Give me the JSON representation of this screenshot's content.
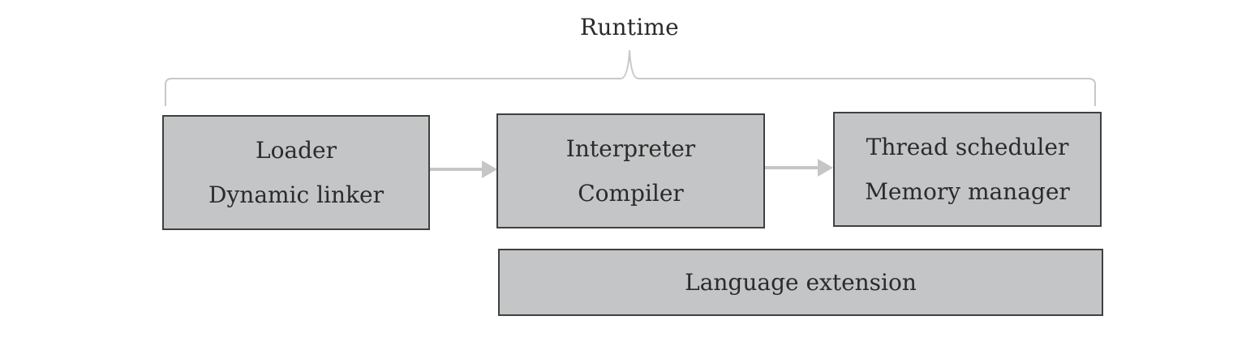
{
  "diagram": {
    "title": "Runtime",
    "boxes": {
      "loader": {
        "line1": "Loader",
        "line2": "Dynamic linker"
      },
      "interpreter": {
        "line1": "Interpreter",
        "line2": "Compiler"
      },
      "thread": {
        "line1": "Thread scheduler",
        "line2": "Memory manager"
      },
      "language": {
        "line1": "Language extension"
      }
    },
    "edges": [
      {
        "from": "loader",
        "to": "interpreter"
      },
      {
        "from": "interpreter",
        "to": "thread"
      }
    ],
    "colors": {
      "box_fill": "#c4c5c6",
      "box_border": "#404040",
      "connector": "#c6c6c6",
      "brace": "#c8c8c8",
      "text": "#2b2b2b"
    }
  }
}
